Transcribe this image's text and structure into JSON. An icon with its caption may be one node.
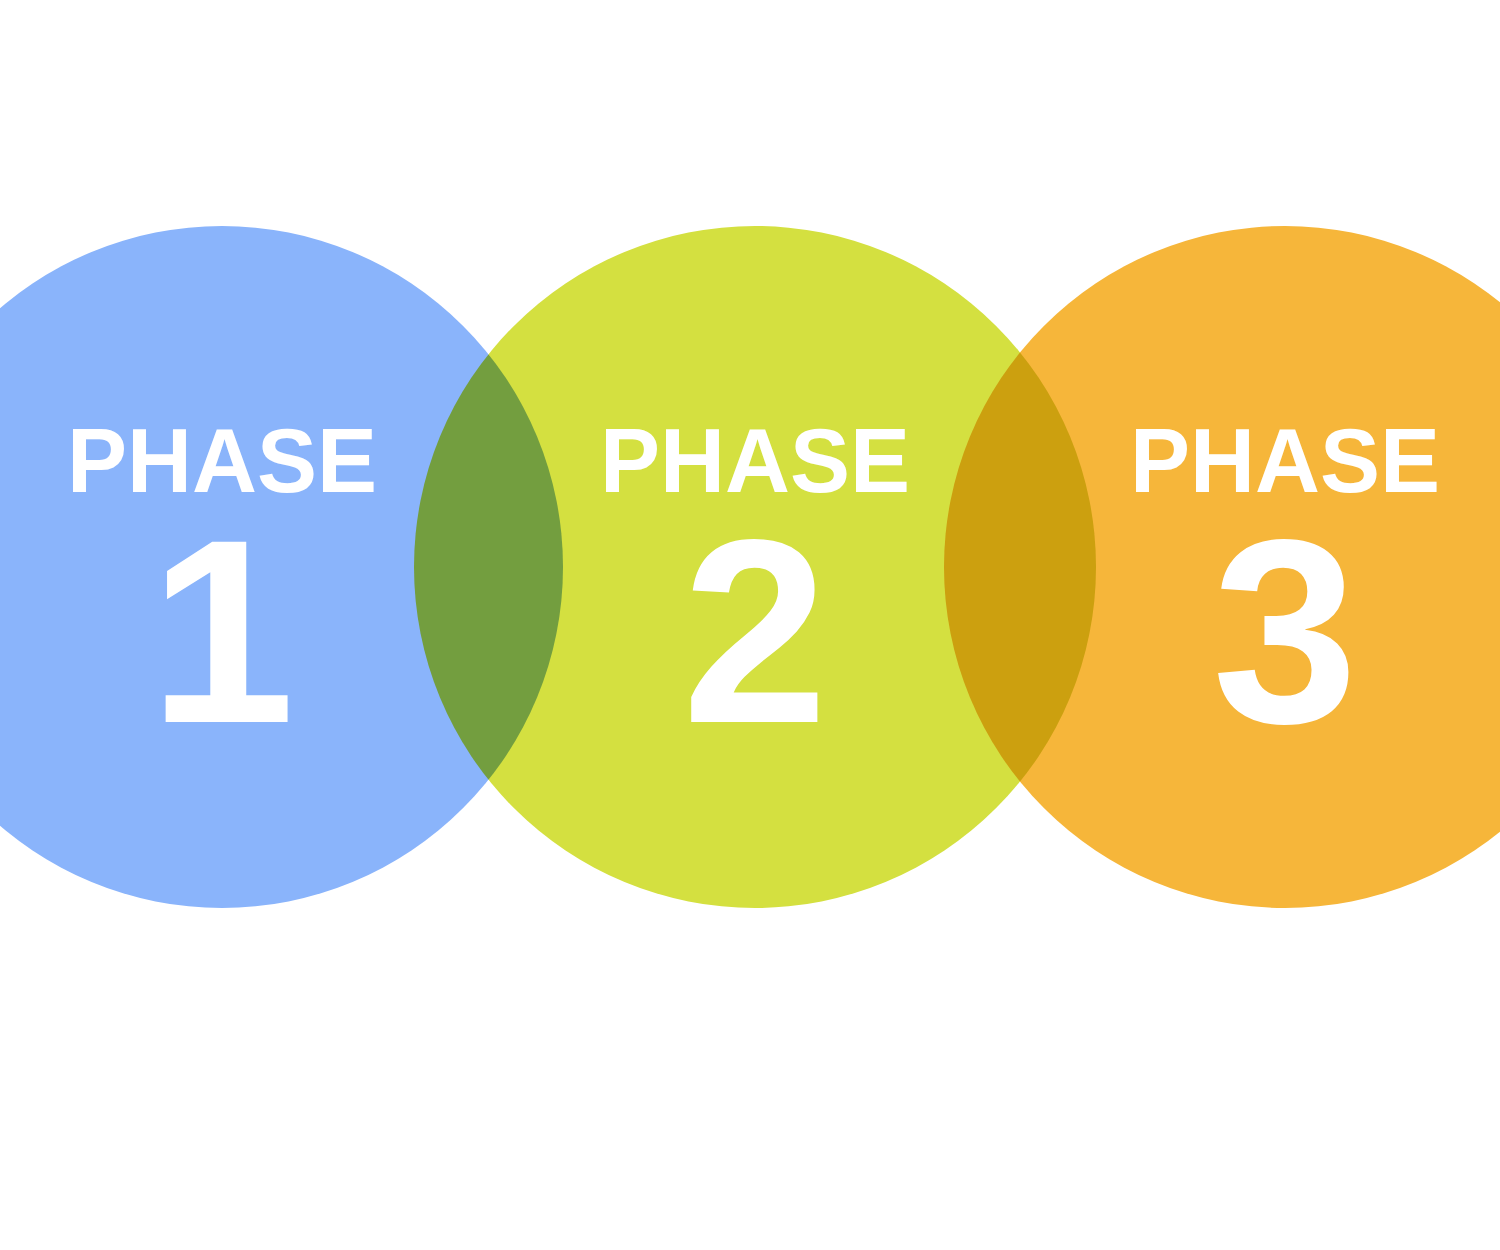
{
  "diagram": {
    "nodes": [
      {
        "text": [
          "PHASE",
          "1"
        ]
      },
      {
        "text": [
          "PHASE",
          "2"
        ]
      },
      {
        "text": [
          "PHASE",
          "3"
        ]
      }
    ]
  }
}
